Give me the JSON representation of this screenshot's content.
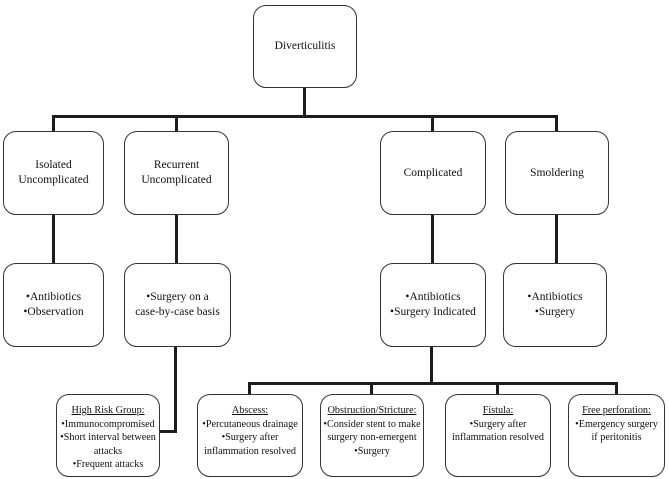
{
  "colors": {
    "background": "#ffffff",
    "connector_line": "#1c1c1c",
    "node_border": "#333333",
    "text": "#111111"
  },
  "nodes": {
    "root": {
      "label": "Diverticulitis"
    },
    "isolated": {
      "lines": [
        "Isolated",
        "Uncomplicated"
      ]
    },
    "recurrent": {
      "lines": [
        "Recurrent",
        "Uncomplicated"
      ]
    },
    "complicated": {
      "label": "Complicated"
    },
    "smoldering": {
      "label": "Smoldering"
    },
    "isolated_tx": {
      "lines": [
        "•Antibiotics",
        "•Observation"
      ]
    },
    "recurrent_tx": {
      "lines": [
        "•Surgery on a",
        "case-by-case basis"
      ]
    },
    "complicated_tx": {
      "lines": [
        "•Antibiotics",
        "•Surgery Indicated"
      ]
    },
    "smoldering_tx": {
      "lines": [
        "•Antibiotics",
        "•Surgery"
      ]
    },
    "high_risk": {
      "title": "High Risk Group:",
      "lines": [
        "•Immunocompromised",
        "•Short interval between",
        "attacks",
        "•Frequent attacks"
      ]
    },
    "abscess": {
      "title": "Abscess:",
      "lines": [
        "•Percutaneous drainage",
        "•Surgery after",
        "inflammation resolved"
      ]
    },
    "obstruction": {
      "title": "Obstruction/Stricture:",
      "lines": [
        "•Consider stent to make",
        "surgery non-emergent",
        "•Surgery"
      ]
    },
    "fistula": {
      "title": "Fistula:",
      "lines": [
        "•Surgery after",
        "inflammation resolved"
      ]
    },
    "free_perforation": {
      "title": "Free perforation:",
      "lines": [
        "•Emergency surgery",
        "if peritonitis"
      ]
    }
  }
}
